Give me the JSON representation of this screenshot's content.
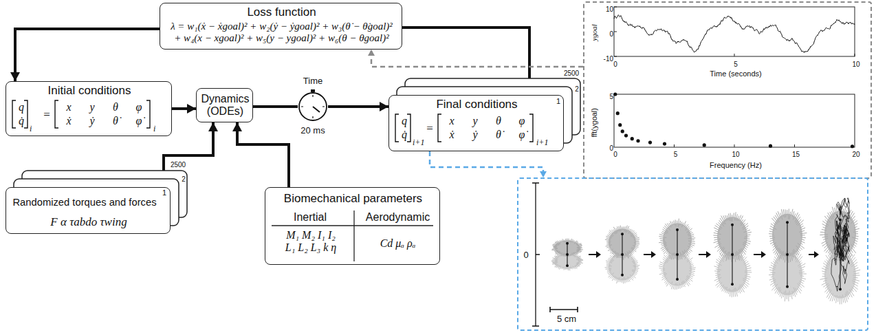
{
  "diagram": {
    "nodes": [
      {
        "text": [
          "Loss function",
          "λ = w₁(ẋ − ẋgoal)² + w₂(ẏ − ẏgoal)² + w₃(θ̇ − θ̇goal)² + w₄(x − xgoal)² + w₅(y − ygoal)² + w₆(θ − θgoal)²"
        ]
      },
      {
        "text": [
          "ygoal",
          "10",
          "0",
          "-10",
          "0",
          "5",
          "10",
          "Time (seconds)",
          "fft(ygoal)",
          "5",
          "0",
          "0",
          "5",
          "10",
          "15",
          "20",
          "Frequency (Hz)"
        ]
      },
      {
        "text": [
          "Initial conditions",
          "q",
          "q̇",
          "i",
          "=",
          "x",
          "y",
          "θ",
          "φ",
          "ẋ",
          "ẏ",
          "θ̇",
          "φ̇",
          "i"
        ]
      },
      {
        "text": [
          "Dynamics (ODEs)"
        ]
      },
      {
        "text": [
          "Time",
          "20 ms"
        ]
      },
      {
        "text": [
          "Final conditions",
          "q",
          "q̇",
          "i+1",
          "=",
          "x",
          "y",
          "θ",
          "φ",
          "ẋ",
          "ẏ",
          "θ̇",
          "φ̇",
          "i+1",
          "1"
        ]
      },
      {
        "text": [
          "Randomized torques and forces",
          "F α τabdo τwing",
          "1"
        ]
      },
      {
        "text": [
          "Biomechanical parameters",
          "Inertial",
          "Aerodynamic",
          "M₁ M₂ I₁ I₂ L₁ L₂ L₃ k η",
          "Cd μₐ ρₐ"
        ]
      },
      {
        "text": [
          "0",
          "5 cm"
        ]
      }
    ],
    "edges": [
      {
        "from": 0,
        "to": 2,
        "arrow": "to"
      },
      {
        "from": 2,
        "to": 3,
        "arrow": "to"
      },
      {
        "from": 3,
        "to": 4,
        "arrow": "none"
      },
      {
        "from": 4,
        "to": 5,
        "arrow": "to"
      },
      {
        "from": 5,
        "to": 0,
        "arrow": "none"
      },
      {
        "from": 1,
        "to": 0,
        "arrow": "to"
      },
      {
        "from": 6,
        "to": 3,
        "arrow": "to"
      },
      {
        "from": 7,
        "to": 3,
        "arrow": "to"
      },
      {
        "from": 5,
        "to": 8,
        "arrow": "to"
      }
    ],
    "labels": [
      "2500",
      "2",
      "2500",
      "2"
    ]
  }
}
